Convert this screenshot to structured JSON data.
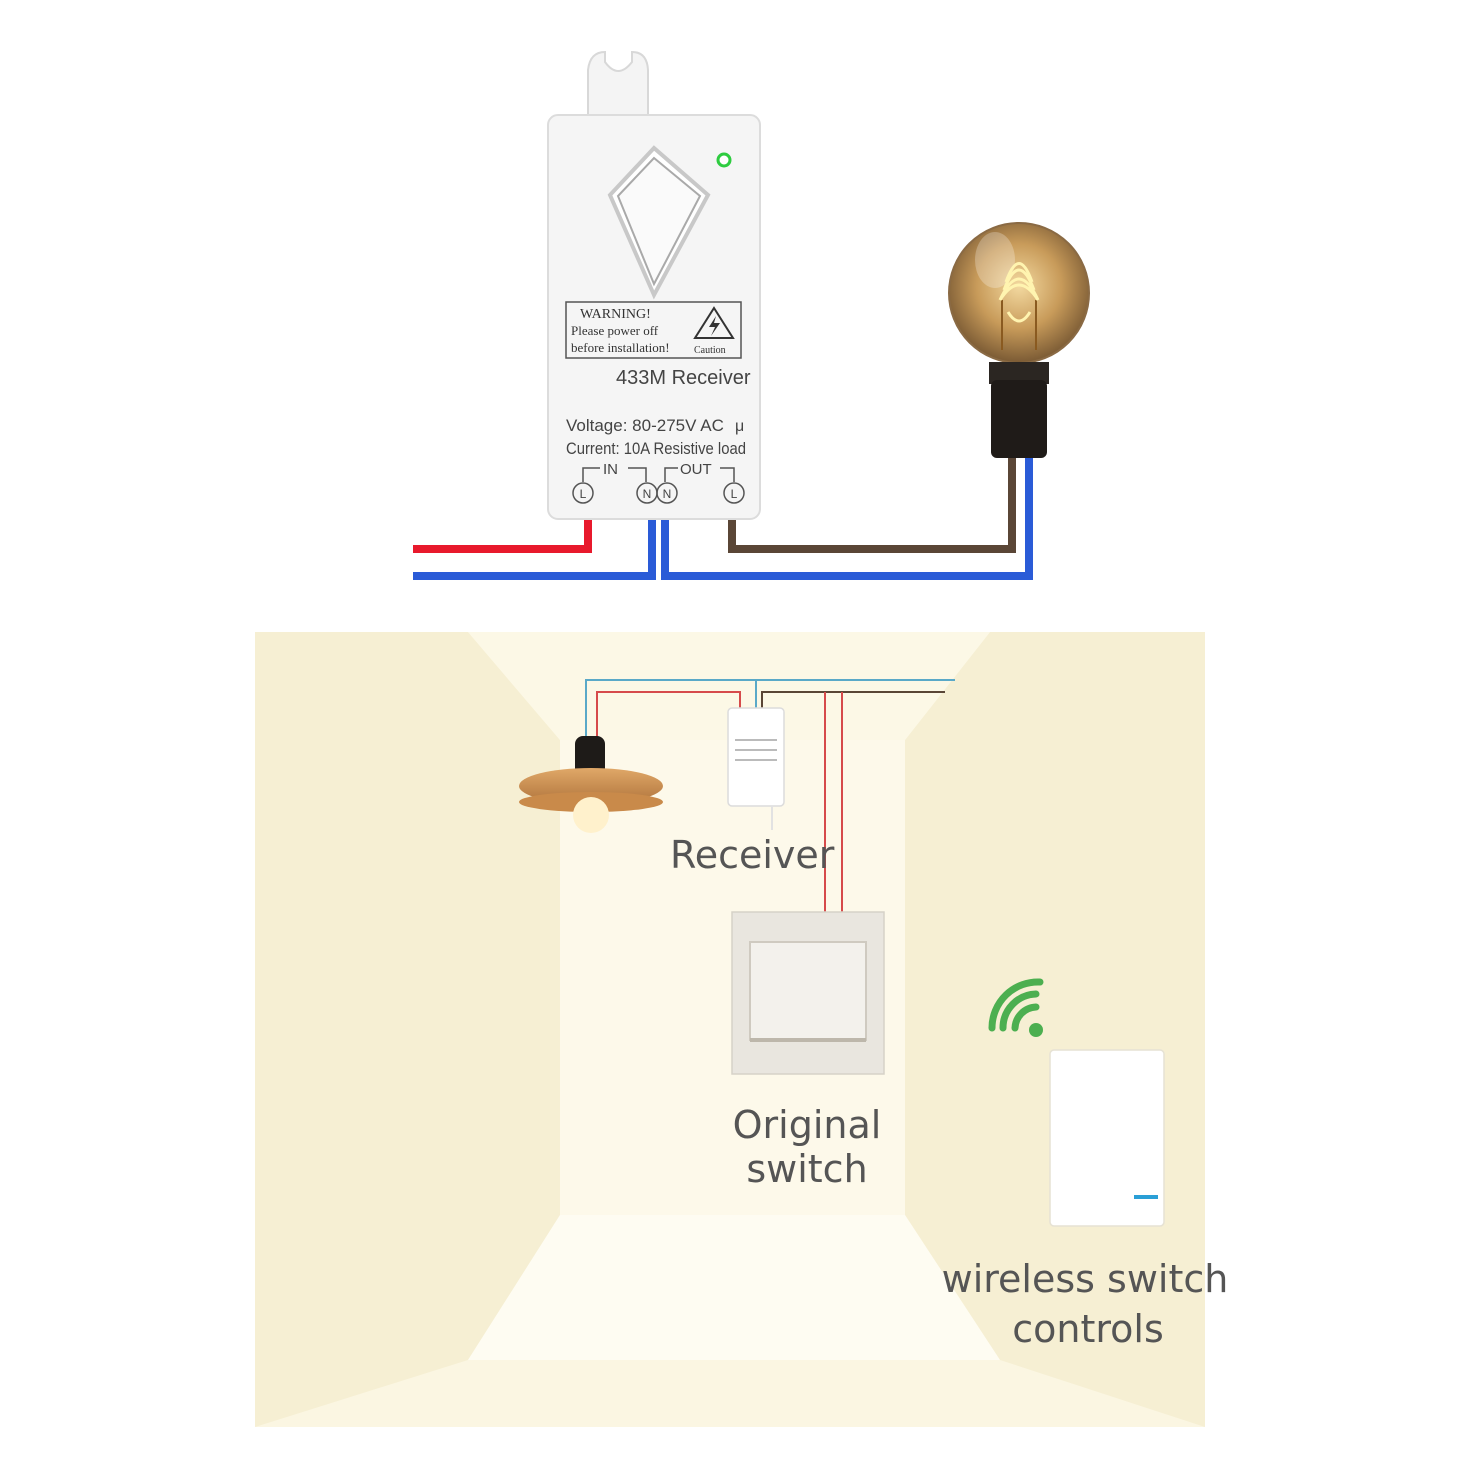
{
  "receiver_device": {
    "warning_title": "WARNING!",
    "warning_line1": "Please power off",
    "warning_line2": "before installation!",
    "caution": "Caution",
    "model": "433M Receiver",
    "voltage": "Voltage: 80-275V AC",
    "voltage_mark": "μ",
    "current": "Current: 10A Resistive load",
    "group_in": "IN",
    "group_out": "OUT",
    "terminals": [
      "L",
      "N",
      "N",
      "L"
    ],
    "indicator_color": "#2ecc40"
  },
  "wire_colors": {
    "live": "#e8192c",
    "neutral": "#2a5bd7",
    "load": "#5a4636"
  },
  "room_scene": {
    "receiver_label": "Receiver",
    "original_switch_label_line1": "Original",
    "original_switch_label_line2": "switch",
    "wireless_label_line1": "wireless switch",
    "wireless_label_line2": "controls",
    "wifi_icon_color": "#4caf50",
    "switch_led_color": "#2a9fd6"
  }
}
